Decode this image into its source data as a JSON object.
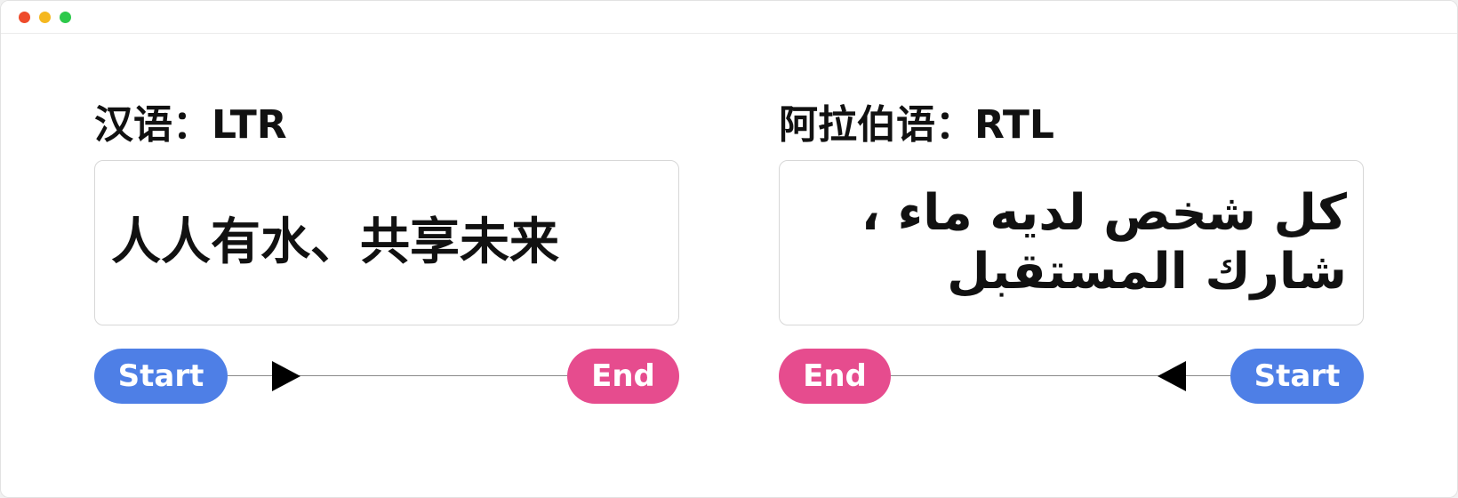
{
  "window": {
    "controls": [
      "close",
      "minimize",
      "maximize"
    ]
  },
  "left_panel": {
    "heading": "汉语：LTR",
    "text": "人人有水、共享未来",
    "start_label": "Start",
    "end_label": "End",
    "direction": "ltr"
  },
  "right_panel": {
    "heading": "阿拉伯语：RTL",
    "text_line1": "كل شخص لديه ماء ،",
    "text_line2": "شارك المستقبل",
    "start_label": "Start",
    "end_label": "End",
    "direction": "rtl"
  },
  "colors": {
    "start_pill": "#4e7fe6",
    "end_pill": "#e64c8e",
    "close": "#ee4b2b",
    "minimize": "#f5b820",
    "maximize": "#2dc94b"
  }
}
